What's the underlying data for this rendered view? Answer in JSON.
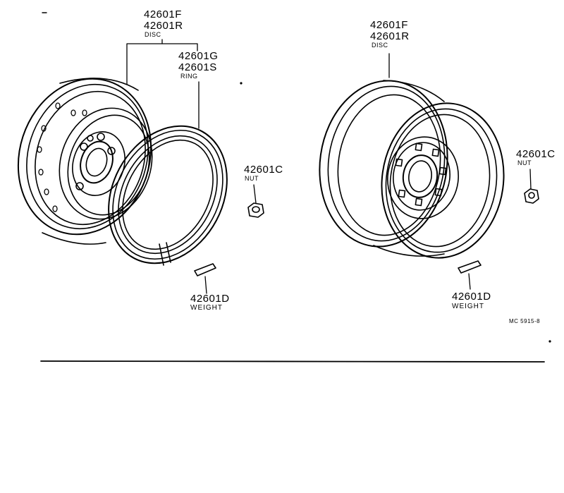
{
  "left_assembly": {
    "disc": {
      "part_f": "42601F",
      "part_r": "42601R",
      "name": "DISC"
    },
    "ring": {
      "part_g": "42601G",
      "part_s": "42601S",
      "name": "RING"
    },
    "nut": {
      "part": "42601C",
      "name": "NUT"
    },
    "weight": {
      "part": "42601D",
      "name": "WEIGHT"
    }
  },
  "right_assembly": {
    "disc": {
      "part_f": "42601F",
      "part_r": "42601R",
      "name": "DISC"
    },
    "nut": {
      "part": "42601C",
      "name": "NUT"
    },
    "weight": {
      "part": "42601D",
      "name": "WEIGHT"
    }
  },
  "figure_code": "MC  5915-8"
}
